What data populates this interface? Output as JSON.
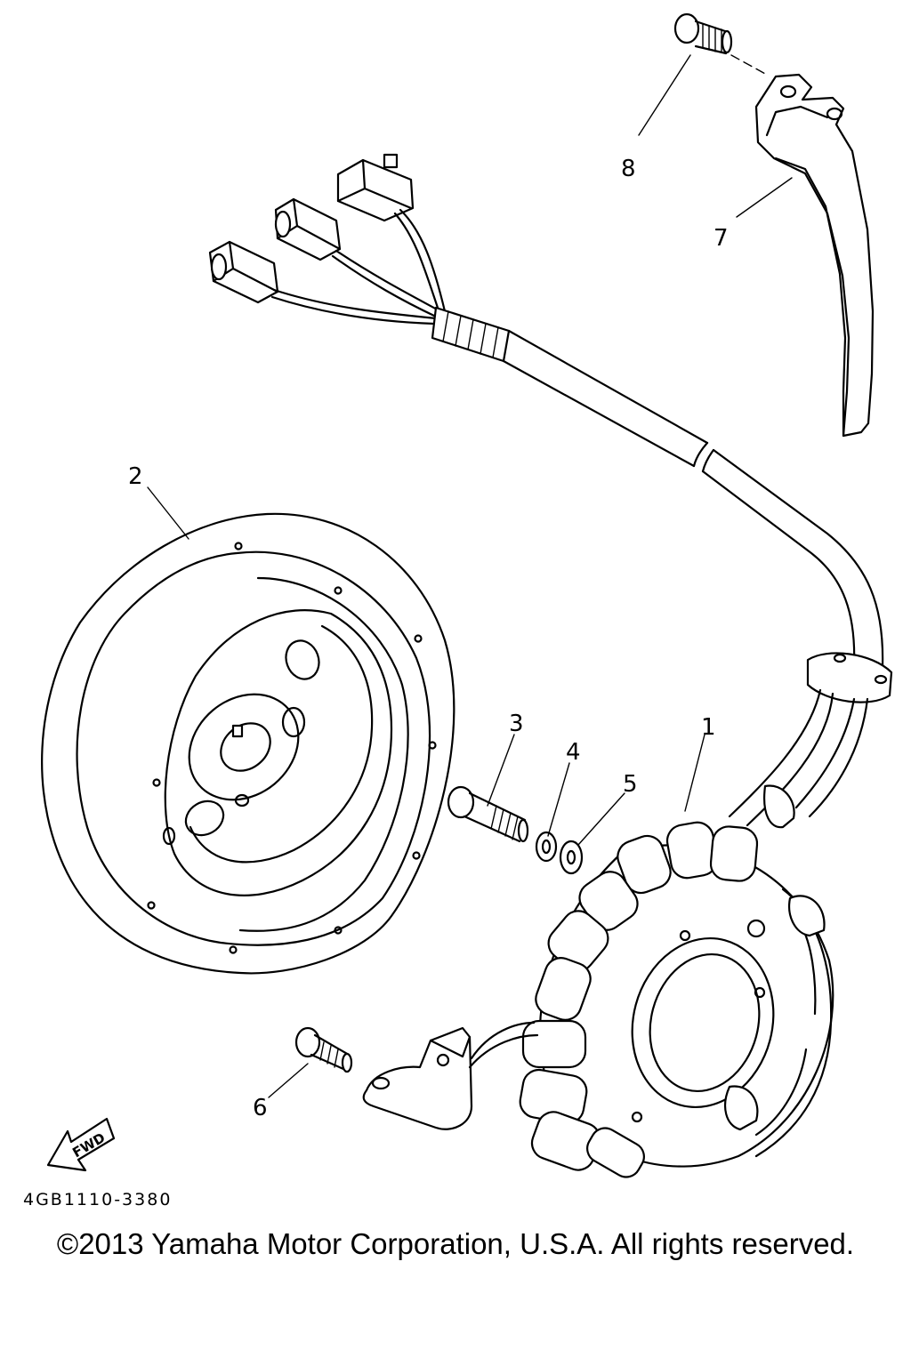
{
  "diagram": {
    "callouts": {
      "p1": "1",
      "p2": "2",
      "p3": "3",
      "p4": "4",
      "p5": "5",
      "p6": "6",
      "p7": "7",
      "p8": "8"
    },
    "direction_label": "FWD",
    "part_code": "4GB1110-3380",
    "copyright": "©2013 Yamaha Motor Corporation, U.S.A. All rights reserved."
  }
}
